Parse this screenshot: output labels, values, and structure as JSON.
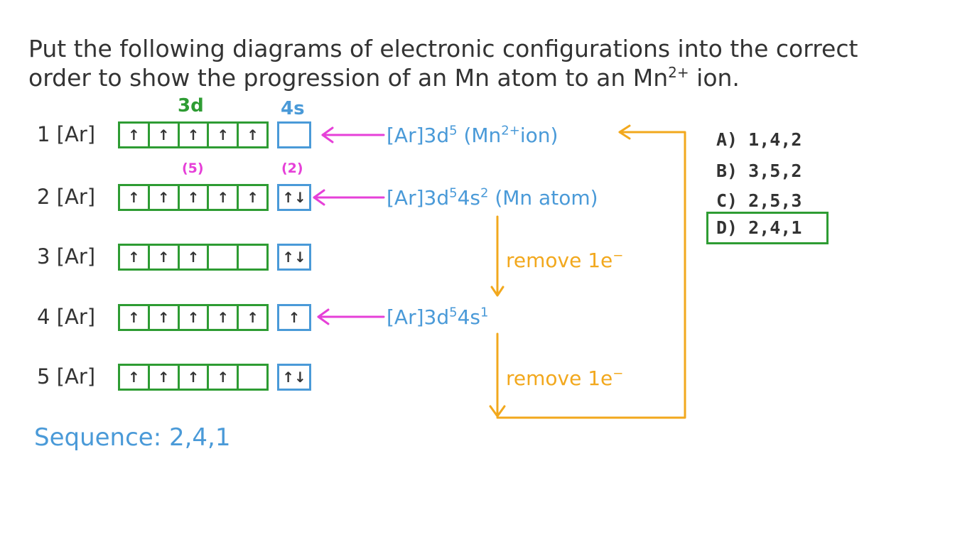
{
  "question": {
    "line1": "Put the following diagrams of electronic configurations into the correct",
    "line2_before": "order to show the progression of an Mn atom to an Mn",
    "line2_sup": "2+",
    "line2_after": " ion."
  },
  "headers": {
    "d": "3d",
    "s": "4s"
  },
  "pink_labels": {
    "d": "(5)",
    "s": "(2)"
  },
  "rows": [
    {
      "label": "1 [Ar]",
      "d": [
        "↑",
        "↑",
        "↑",
        "↑",
        "↑"
      ],
      "s": ""
    },
    {
      "label": "2 [Ar]",
      "d": [
        "↑",
        "↑",
        "↑",
        "↑",
        "↑"
      ],
      "s": "↑↓"
    },
    {
      "label": "3 [Ar]",
      "d": [
        "↑",
        "↑",
        "↑",
        "",
        ""
      ],
      "s": "↑↓"
    },
    {
      "label": "4 [Ar]",
      "d": [
        "↑",
        "↑",
        "↑",
        "↑",
        "↑"
      ],
      "s": "↑"
    },
    {
      "label": "5 [Ar]",
      "d": [
        "↑",
        "↑",
        "↑",
        "↑",
        ""
      ],
      "s": "↑↓"
    }
  ],
  "configs": {
    "ion": {
      "main": "[Ar]3d",
      "sup1": "5",
      "mid": " (Mn",
      "sup2": "2+",
      "end": "ion)"
    },
    "atom": {
      "main": "[Ar]3d",
      "sup1": "5",
      "mid": "4s",
      "sup2": "2",
      "end": " (Mn atom)"
    },
    "intermediate": {
      "main": "[Ar]3d",
      "sup1": "5",
      "mid": "4s",
      "sup2": "1"
    }
  },
  "remove": {
    "text": "remove 1e",
    "sup": "−"
  },
  "options": [
    "A) 1,4,2",
    "B) 3,5,2",
    "C) 2,5,3",
    "D) 2,4,1"
  ],
  "sequence": "Sequence: 2,4,1",
  "colors": {
    "green": "#2e9c33",
    "blue": "#4a9ad8",
    "pink": "#e640d8",
    "orange": "#f2a81d",
    "text": "#333333"
  }
}
